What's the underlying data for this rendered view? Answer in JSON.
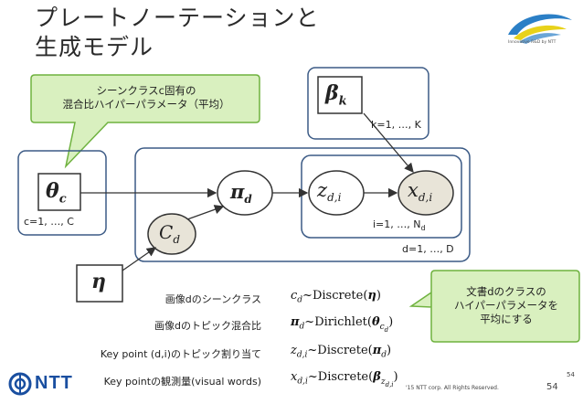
{
  "title": [
    "プレートノーテーションと",
    "生成モデル"
  ],
  "logo_text": "Innovative R&D by NTT",
  "callouts": {
    "left": [
      "シーンクラスc固有の",
      "混合比ハイパーパラメータ（平均）"
    ],
    "right": [
      "文書dのクラスの",
      "ハイパーパラメータを",
      "平均にする"
    ]
  },
  "nodes": {
    "theta": {
      "sym": "θ",
      "sub": "c"
    },
    "beta": {
      "sym": "β",
      "sub": "k"
    },
    "pi": {
      "sym": "π",
      "sub": "d"
    },
    "z": {
      "sym": "z",
      "sub": "d,i"
    },
    "x": {
      "sym": "x",
      "sub": "d,i"
    },
    "c": {
      "sym": "C",
      "sub": "d"
    },
    "eta": {
      "sym": "η"
    }
  },
  "plates": {
    "theta": "c=1, …, C",
    "beta": "k=1, …, K",
    "word": "i=1, …, N",
    "word_sub": "d",
    "doc": "d=1, …, D"
  },
  "equations": [
    {
      "label": "画像dのシーンクラス",
      "lhs": "c",
      "lhs_sub": "d",
      "dist": "Discrete",
      "arg": "η",
      "arg_sub": ""
    },
    {
      "label": "画像dのトピック混合比",
      "lhs": "π",
      "lhs_sub": "d",
      "dist": "Dirichlet",
      "arg": "θ",
      "arg_sub": "c",
      "arg_subsub": "d"
    },
    {
      "label": "Key point (d,i)のトピック割り当て",
      "lhs": "z",
      "lhs_sub": "d,i",
      "dist": "Discrete",
      "arg": "π",
      "arg_sub": "d"
    },
    {
      "label": "Key pointの観測量(visual words)",
      "lhs": "x",
      "lhs_sub": "d,i",
      "dist": "Discrete",
      "arg": "β",
      "arg_sub": "z",
      "arg_subsub": "d,i"
    }
  ],
  "footer": {
    "brand": "NTT",
    "copyright": "'15 NTT corp. All Rights Reserved.",
    "page_left": "54",
    "page_right": "54"
  },
  "colors": {
    "plate_border": "#3b5a85",
    "callout_fill": "#d9f0bf",
    "callout_border": "#6fb23f",
    "node_gray": "#e8e4d8",
    "ntt_blue": "#1a4fa0",
    "logo_blue": "#2b7fc6",
    "logo_yellow": "#e8d21a"
  }
}
